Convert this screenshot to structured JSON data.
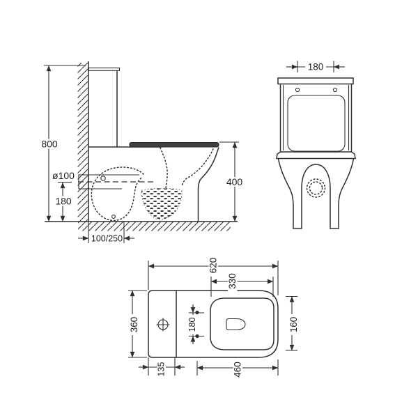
{
  "drawing_title": "toilet-technical-drawing-three-views",
  "colors": {
    "line": "#2e2e2e",
    "text": "#1d1d1d",
    "background": "#ffffff",
    "seat_fill": "#3f3f3f"
  },
  "side_view": {
    "overall_height": "800",
    "drain_diameter": "ø100",
    "drain_center_height": "180",
    "rough_in": "100/250",
    "seat_height": "400"
  },
  "front_view": {
    "hole_spacing": "180"
  },
  "plan_view": {
    "overall_length": "620",
    "seat_length": "330",
    "overall_width": "360",
    "hinge_hole_spacing": "180",
    "seat_opening_width": "160",
    "tank_depth": "135",
    "bowl_length": "460"
  }
}
